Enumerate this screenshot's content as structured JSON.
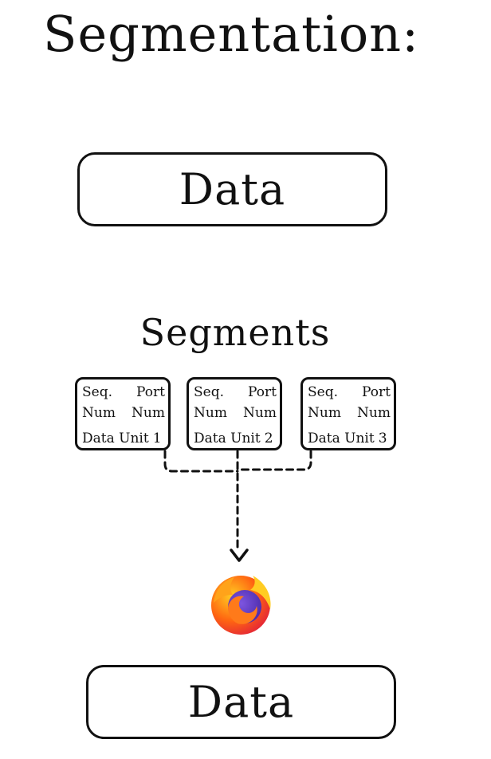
{
  "title": "Segmentation:",
  "data_top_label": "Data",
  "segments_heading": "Segments",
  "segments": [
    {
      "seq_top": "Seq.",
      "port_top": "Port",
      "seq_bottom": "Num",
      "port_bottom": "Num",
      "unit_label": "Data Unit",
      "unit_number": "1"
    },
    {
      "seq_top": "Seq.",
      "port_top": "Port",
      "seq_bottom": "Num",
      "port_bottom": "Num",
      "unit_label": "Data Unit",
      "unit_number": "2"
    },
    {
      "seq_top": "Seq.",
      "port_top": "Port",
      "seq_bottom": "Num",
      "port_bottom": "Num",
      "unit_label": "Data Unit",
      "unit_number": "3"
    }
  ],
  "destination_icon": "firefox-icon",
  "data_bottom_label": "Data",
  "colors": {
    "ink": "#111111",
    "firefox_orange": "#ff6611",
    "firefox_yellow": "#ffcc22",
    "firefox_blue": "#4a2aa8"
  }
}
